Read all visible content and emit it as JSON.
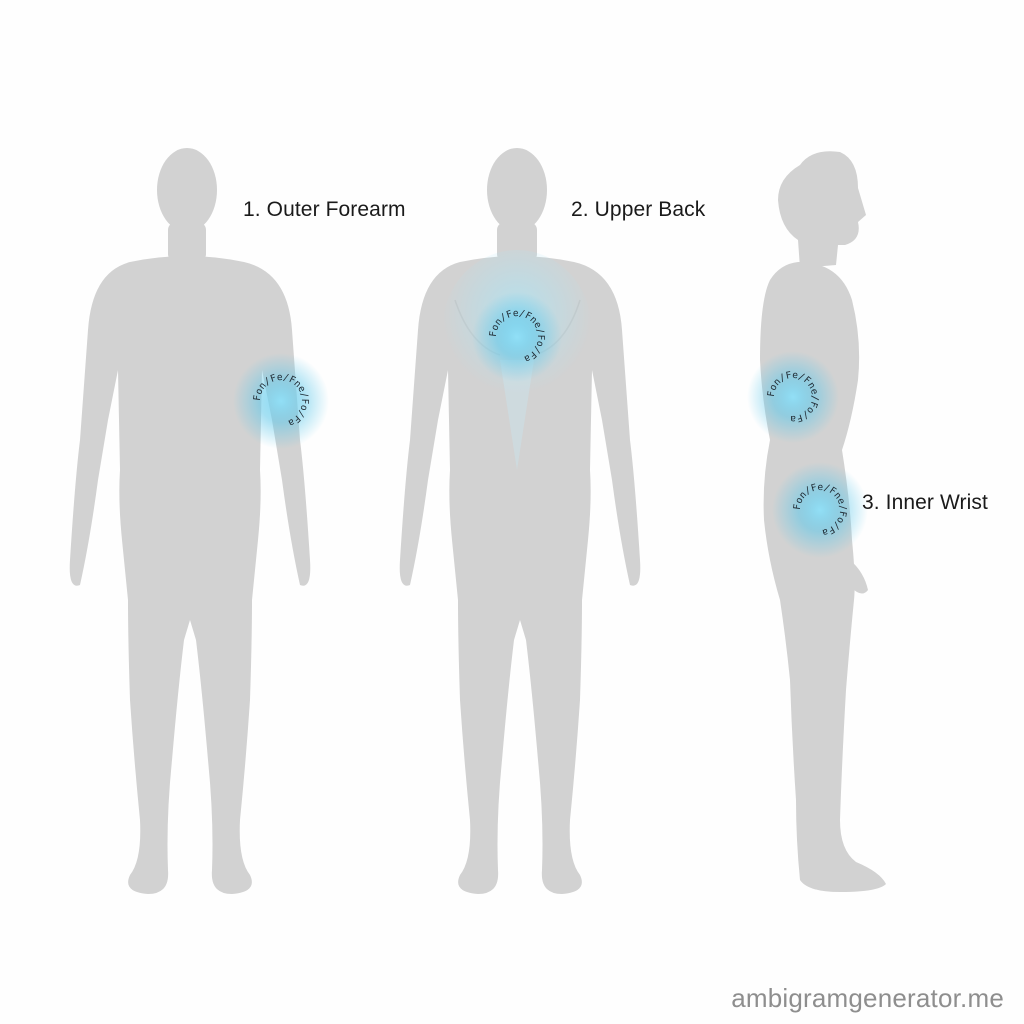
{
  "labels": {
    "outer_forearm": "1. Outer Forearm",
    "upper_back": "2. Upper Back",
    "inner_wrist": "3. Inner Wrist"
  },
  "tattoo_text": "Fon/Fe/Fne/Fo/Fa",
  "watermark": "ambigramgenerator.me",
  "colors": {
    "background": "#fefefe",
    "silhouette": "#d2d2d2",
    "glow": "#5ec8ea",
    "label_text": "#1a1a1a",
    "watermark_text": "#8e8e8e"
  },
  "figures": [
    {
      "view": "front",
      "highlight": "outer-forearm"
    },
    {
      "view": "back",
      "highlight": "upper-back"
    },
    {
      "view": "side",
      "highlight": "inner-wrist"
    }
  ]
}
